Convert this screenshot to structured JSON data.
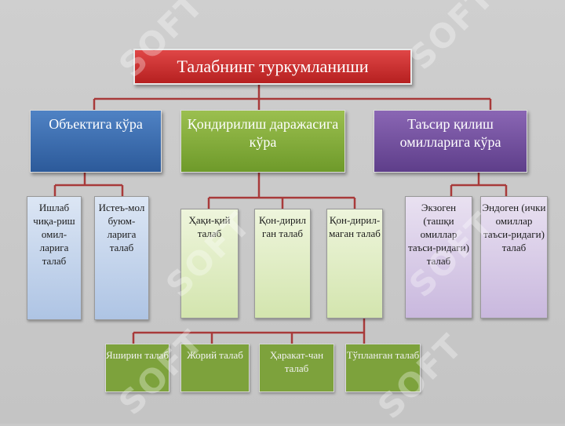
{
  "root": "Талабнинг туркумланиши",
  "categories": [
    "Объектига кўра",
    "Қондирилиш даражасига кўра",
    "Таъсир қилиш омилларига кўра"
  ],
  "object_leaves": [
    "Ишлаб чиқа-риш омил-ларига талаб",
    "Истеъ-мол буюм-ларига талаб"
  ],
  "degree_leaves": [
    "Ҳақи-қий талаб",
    "Қон-дирил ган талаб",
    "Қон-дирил-маган талаб"
  ],
  "factor_leaves": [
    "Экзоген (ташқи омиллар таъси-ридаги) талаб",
    "Эндоген (ички омиллар таъси-ридаги) талаб"
  ],
  "bottom_leaves": [
    "Яширин талаб",
    "Жорий талаб",
    "Ҳаракат-чан талаб",
    "Тўпланган талаб"
  ],
  "watermark": "SOFT",
  "colors": {
    "root": "#c62b2b",
    "object": "#3a6cb0",
    "degree": "#86aa3a",
    "factor": "#6f4e9c",
    "line": "#a83a3a",
    "bottom": "#7da23c"
  }
}
